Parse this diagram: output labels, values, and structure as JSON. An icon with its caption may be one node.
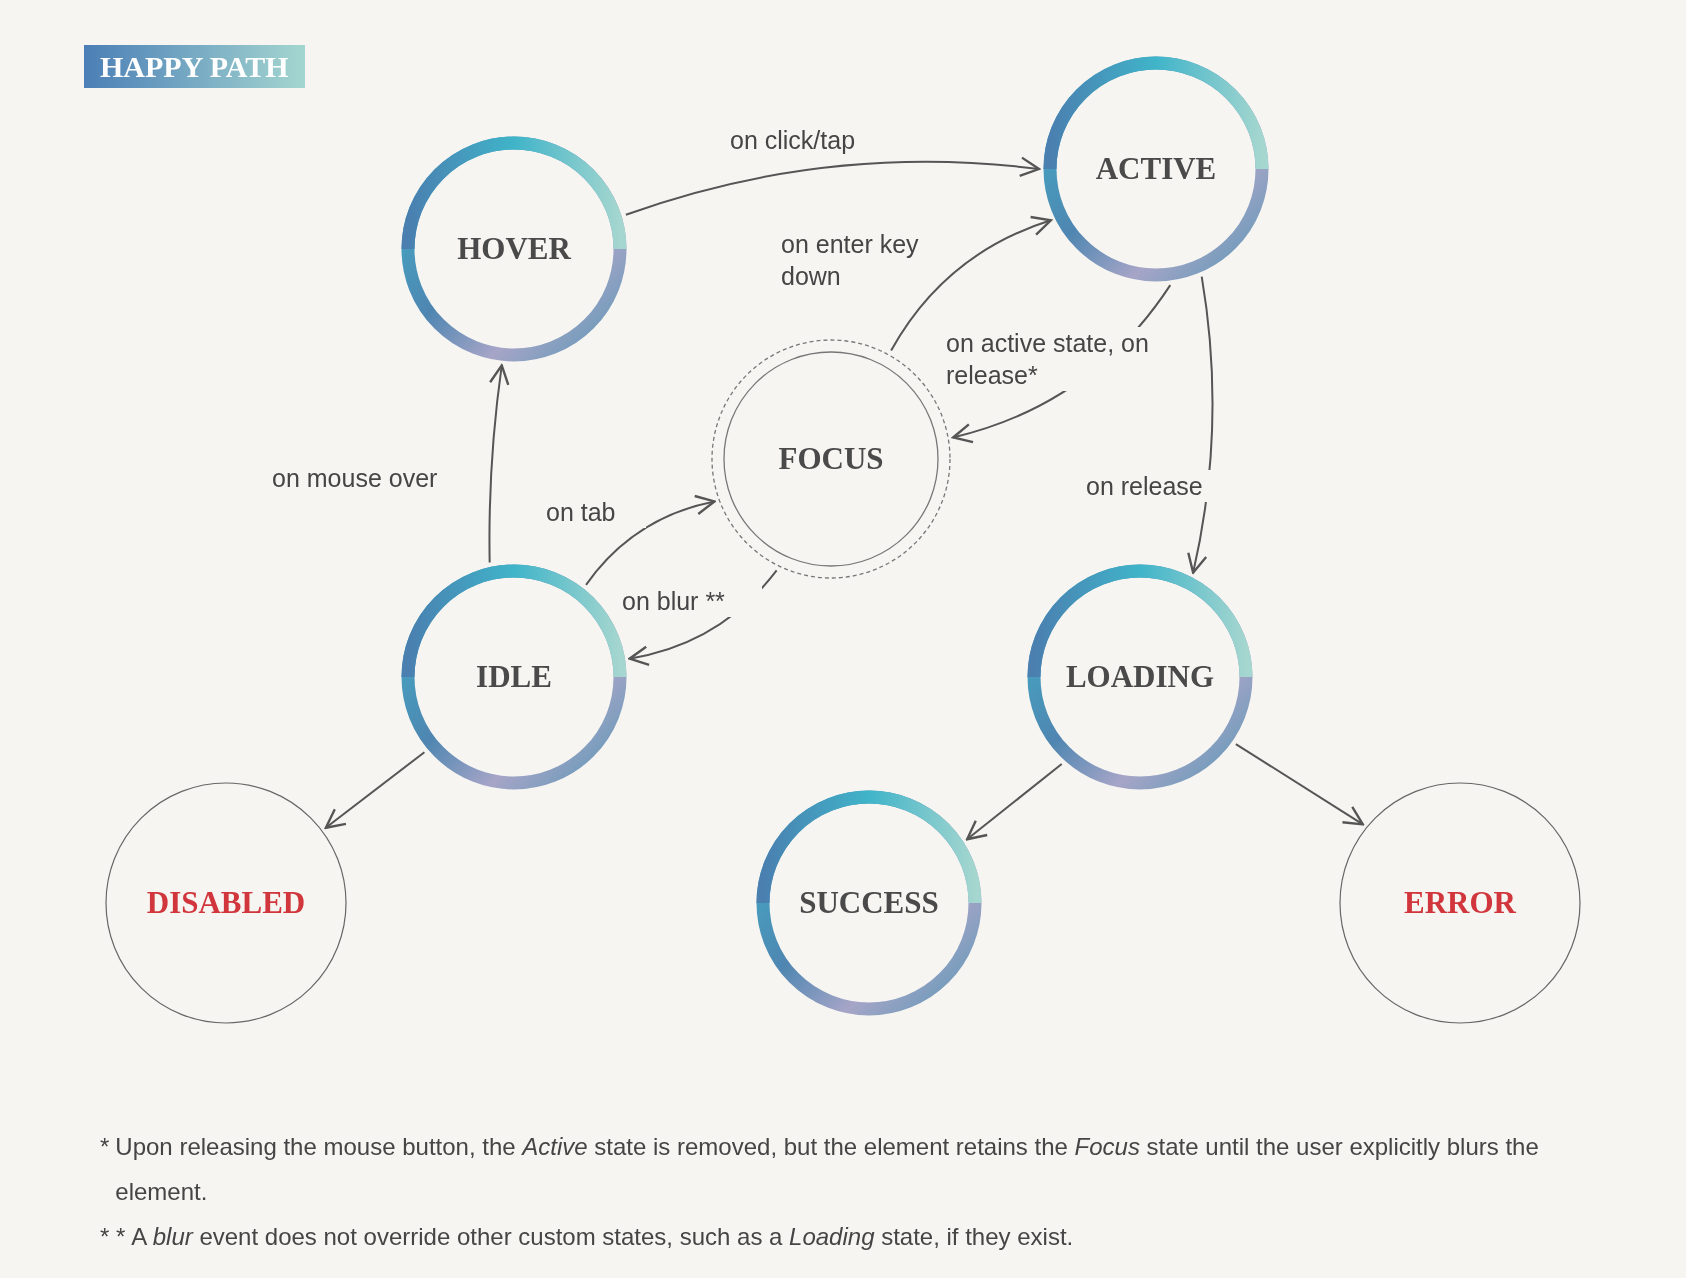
{
  "diagram": {
    "title": "HAPPY PATH",
    "nodes": [
      {
        "text": [
          "HOVER"
        ]
      },
      {
        "text": [
          "ACTIVE"
        ]
      },
      {
        "text": [
          "FOCUS"
        ]
      },
      {
        "text": [
          "IDLE"
        ]
      },
      {
        "text": [
          "LOADING"
        ]
      },
      {
        "text": [
          "DISABLED"
        ]
      },
      {
        "text": [
          "SUCCESS"
        ]
      },
      {
        "text": [
          "ERROR"
        ]
      }
    ],
    "edges": [
      {
        "from": 0,
        "to": 1,
        "arrow": "to",
        "label": "on click/tap"
      },
      {
        "from": 2,
        "to": 1,
        "arrow": "to",
        "label": "on enter key down"
      },
      {
        "from": 1,
        "to": 2,
        "arrow": "to",
        "label": "on active state, on release*"
      },
      {
        "from": 1,
        "to": 4,
        "arrow": "to",
        "label": "on release"
      },
      {
        "from": 3,
        "to": 0,
        "arrow": "to",
        "label": "on mouse over"
      },
      {
        "from": 3,
        "to": 2,
        "arrow": "to",
        "label": "on tab"
      },
      {
        "from": 2,
        "to": 3,
        "arrow": "to",
        "label": "on blur **"
      },
      {
        "from": 3,
        "to": 5,
        "arrow": "to"
      },
      {
        "from": 4,
        "to": 6,
        "arrow": "to"
      },
      {
        "from": 4,
        "to": 7,
        "arrow": "to"
      }
    ],
    "labels": [
      "*",
      "Upon releasing the mouse button, the *Active* state is removed, but the element retains the *Focus* state until the user explicitly blurs the element.",
      "* *",
      "A *blur* event does not override other custom states, such as a *Loading* state, if they exist."
    ]
  }
}
